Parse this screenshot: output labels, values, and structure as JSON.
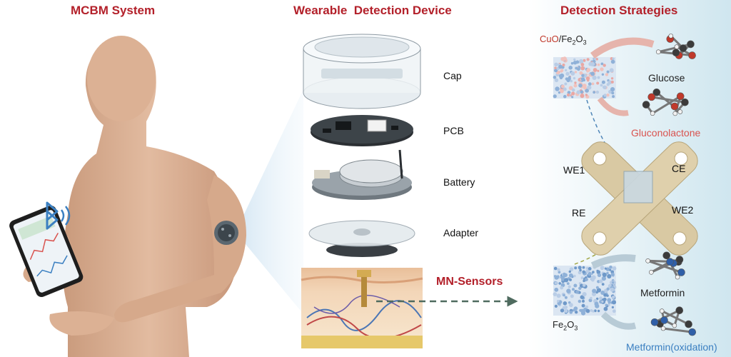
{
  "headers": {
    "system": "MCBM System",
    "device": "Wearable  Detection Device",
    "strategies": "Detection Strategies"
  },
  "device_parts": {
    "cap": "Cap",
    "pcb": "PCB",
    "battery": "Battery",
    "adapter": "Adapter",
    "sensors": "MN-Sensors"
  },
  "materials": {
    "top_a": "CuO",
    "top_slash": "/",
    "top_b": "Fe",
    "top_sub": "2",
    "top_c": "O",
    "top_sub2": "3",
    "bottom_a": "Fe",
    "bottom_sub": "2",
    "bottom_b": "O",
    "bottom_sub2": "3"
  },
  "molecules": {
    "glucose": "Glucose",
    "gluconolactone": "Gluconolactone",
    "metformin": "Metformin",
    "metformin_ox_a": "Metformin",
    "metformin_ox_b": "(oxidation)"
  },
  "electrodes": {
    "we1": "WE1",
    "ce": "CE",
    "re": "RE",
    "we2": "WE2"
  },
  "colors": {
    "header": "#b3202a",
    "cuo": "#c0392b",
    "gluconolactone": "#d9534f",
    "metformin_ox": "#3a7fc1",
    "arrow_dashed": "#4f6b5f",
    "electrode_body": "#d9c9a3"
  },
  "icons": [
    "bluetooth-icon",
    "smartphone-icon",
    "sensor-patch-icon",
    "coin-battery-icon"
  ]
}
